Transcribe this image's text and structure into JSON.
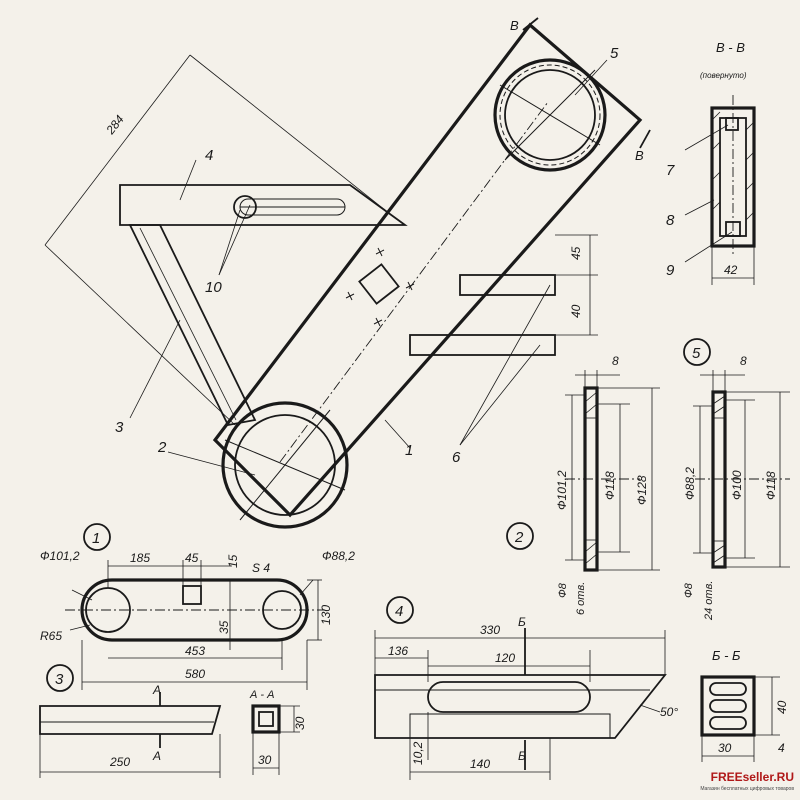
{
  "part_numbers": [
    "1",
    "2",
    "3",
    "4",
    "5",
    "6",
    "7",
    "8",
    "9",
    "10"
  ],
  "section_labels": {
    "vv_mark": "В",
    "vv_title": "В - В",
    "vv_scale": "(повернуто)",
    "bb_mark": "Б",
    "bb_title": "Б - Б"
  },
  "main_view_dims": {
    "d284": "284",
    "d45": "45",
    "d40": "40"
  },
  "vv_dims": {
    "d42": "42"
  },
  "detail1": {
    "num": "1",
    "d_hole_left": "Ф101,2",
    "d185": "185",
    "d45": "45",
    "d15": "15",
    "thickness": "S 4",
    "d_hole_right": "Ф88,2",
    "d35": "35",
    "d130": "130",
    "radius": "R65",
    "d453": "453",
    "d580": "580"
  },
  "detail2": {
    "num": "2",
    "d_width": "8",
    "d_inner": "Ф101,2",
    "d_mid": "Ф118",
    "d_outer": "Ф128",
    "holes_d": "Ф8",
    "holes_n": "6 отв."
  },
  "detail3": {
    "num": "3",
    "sec_a": "А",
    "sec_aa": "А - А",
    "d250": "250",
    "d30a": "30",
    "d30b": "30"
  },
  "detail4": {
    "num": "4",
    "d330": "330",
    "d136": "136",
    "d120": "120",
    "angle": "50°",
    "d10_2": "10,2",
    "d140": "140",
    "sec_b": "Б"
  },
  "detail5": {
    "num": "5",
    "d_width": "8",
    "d_inner": "Ф88,2",
    "d_mid": "Ф100",
    "d_outer": "Ф118",
    "holes_d": "Ф8",
    "holes_n": "24 отв."
  },
  "section_bb": {
    "d40": "40",
    "d30": "30",
    "d4": "4"
  },
  "watermark": {
    "brand": "FREEseller.RU",
    "tagline": "Магазин бесплатных цифровых товаров"
  }
}
